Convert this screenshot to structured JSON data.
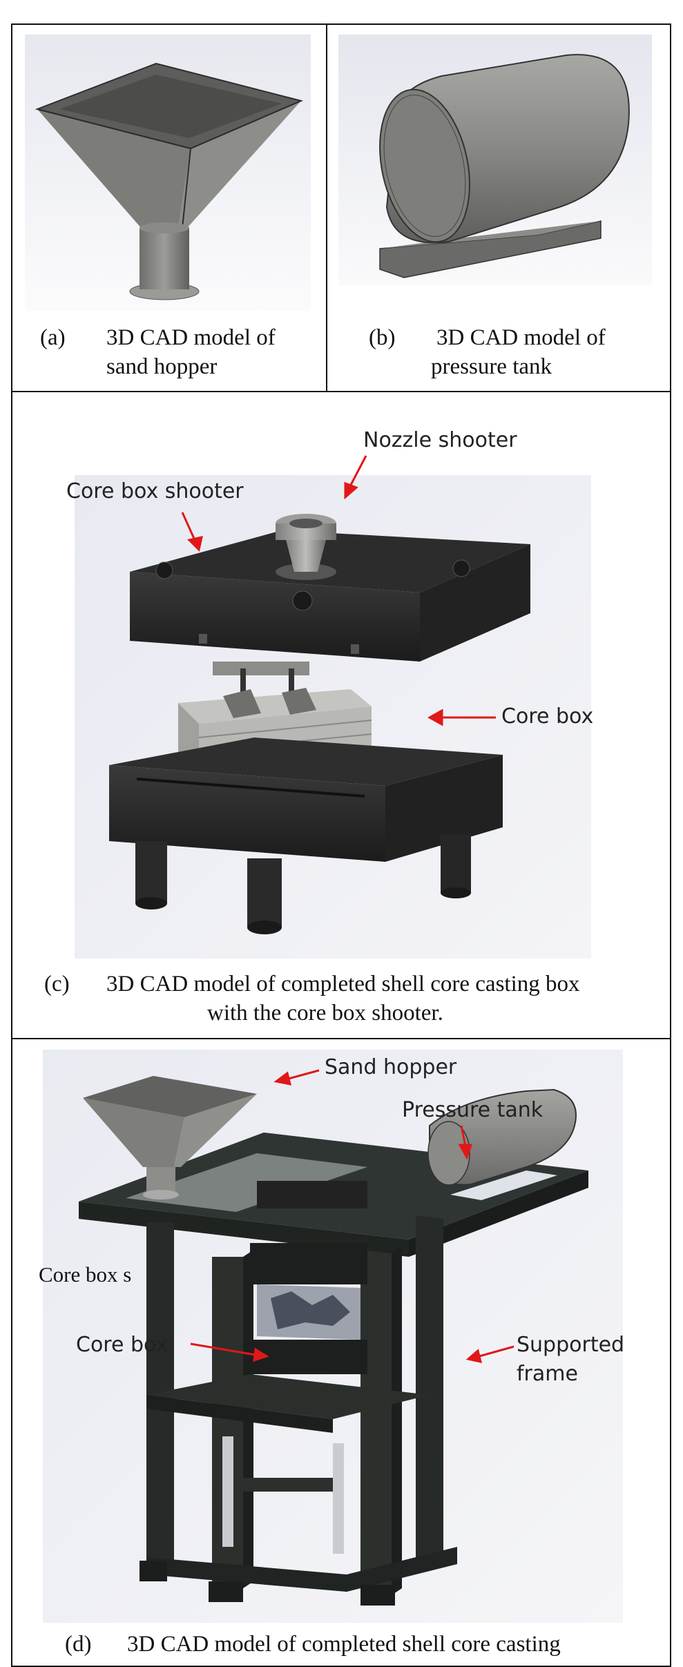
{
  "panels": {
    "a": {
      "label": "(a)",
      "caption_line1": "3D CAD model of",
      "caption_line2": "sand hopper"
    },
    "b": {
      "label": "(b)",
      "caption_line1": "3D CAD model of",
      "caption_line2": "pressure tank"
    },
    "c": {
      "label": "(c)",
      "caption_line1": "3D CAD model of completed shell core casting box",
      "caption_line2": "with the core box shooter.",
      "callouts": {
        "nozzle": "Nozzle shooter",
        "shooter": "Core box shooter",
        "corebox": "Core box"
      }
    },
    "d": {
      "label": "(d)",
      "caption_line1": "3D CAD model of completed shell core casting",
      "callouts": {
        "hopper": "Sand hopper",
        "tank": "Pressure tank",
        "corebox": "Core box",
        "frame_line1": "Supported",
        "frame_line2": "frame",
        "partial": "Core box s"
      }
    }
  },
  "colors": {
    "arrow": "#e01818",
    "frame": "#1f2421",
    "model": "#7a7a78",
    "bg": "#eceef4"
  }
}
